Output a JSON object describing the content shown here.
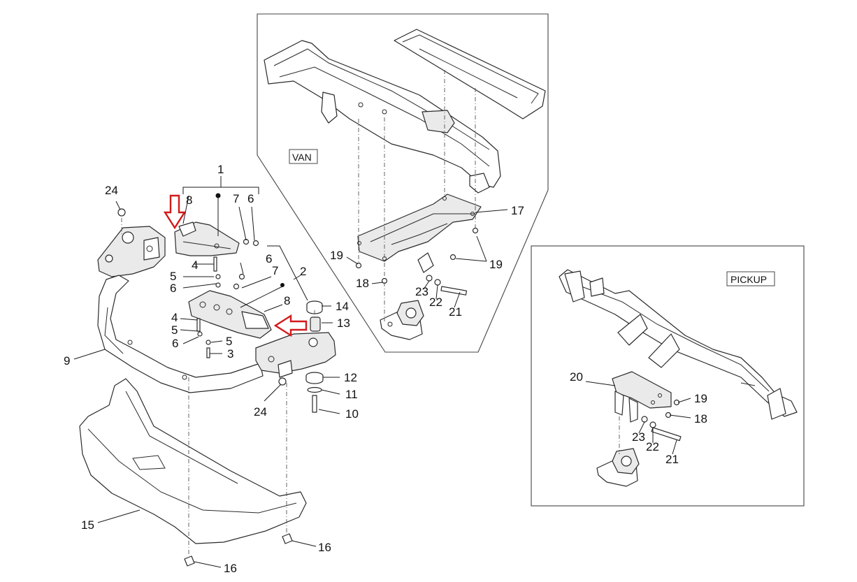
{
  "diagram": {
    "sections": {
      "van_label": "VAN",
      "pickup_label": "PICKUP"
    },
    "callouts": {
      "c1": "1",
      "c2": "2",
      "c3": "3",
      "c4a": "4",
      "c4b": "4",
      "c5a": "5",
      "c5b": "5",
      "c5c": "5",
      "c6a": "6",
      "c6b": "6",
      "c6c": "6",
      "c6d": "6",
      "c7a": "7",
      "c7b": "7",
      "c8a": "8",
      "c8b": "8",
      "c9": "9",
      "c10": "10",
      "c11": "11",
      "c12": "12",
      "c13": "13",
      "c14": "14",
      "c15": "15",
      "c16a": "16",
      "c16b": "16",
      "c17": "17",
      "c18a": "18",
      "c18b": "18",
      "c19a": "19",
      "c19b": "19",
      "c19c": "19",
      "c20": "20",
      "c21a": "21",
      "c21b": "21",
      "c22a": "22",
      "c22b": "22",
      "c23a": "23",
      "c23b": "23",
      "c24a": "24",
      "c24b": "24"
    },
    "highlight_color": "#d21a1a"
  }
}
